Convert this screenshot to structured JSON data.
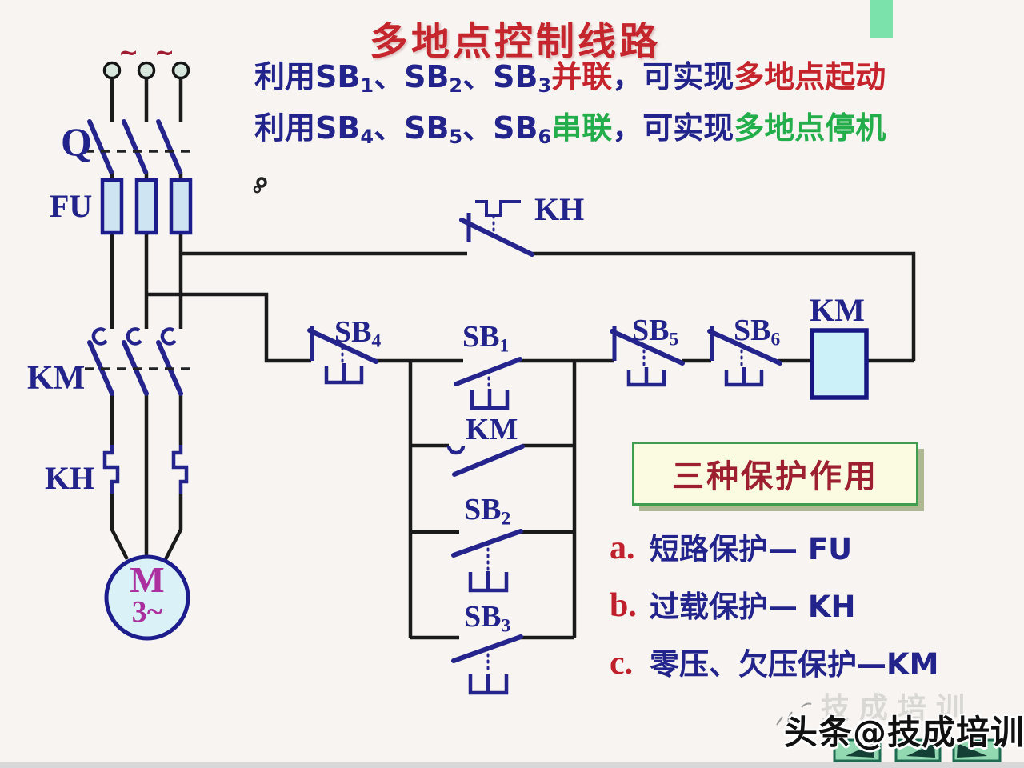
{
  "slide": {
    "title": "多地点控制线路",
    "stray_mark": "。",
    "line1": [
      {
        "text": "利用",
        "color": "navy"
      },
      {
        "text": "SB",
        "sub": "1",
        "color": "navy"
      },
      {
        "text": "、",
        "color": "navy"
      },
      {
        "text": "SB",
        "sub": "2",
        "color": "navy"
      },
      {
        "text": "、",
        "color": "navy"
      },
      {
        "text": "SB",
        "sub": "3",
        "color": "navy"
      },
      {
        "text": "并联",
        "color": "red"
      },
      {
        "text": "，可实现",
        "color": "navy"
      },
      {
        "text": "多地点起动",
        "color": "red"
      }
    ],
    "line2": [
      {
        "text": "利用",
        "color": "navy"
      },
      {
        "text": "SB",
        "sub": "4",
        "color": "navy"
      },
      {
        "text": "、",
        "color": "navy"
      },
      {
        "text": "SB",
        "sub": "5",
        "color": "navy"
      },
      {
        "text": "、",
        "color": "navy"
      },
      {
        "text": "SB",
        "sub": "6",
        "color": "navy"
      },
      {
        "text": "串联",
        "color": "green"
      },
      {
        "text": "，可实现",
        "color": "navy"
      },
      {
        "text": "多地点停机",
        "color": "green"
      }
    ]
  },
  "circuit": {
    "supply": {
      "tilde": "~"
    },
    "labels": {
      "q": "Q",
      "fu": "FU",
      "km_main": "KM",
      "kh_heater": "KH",
      "motor_m": "M",
      "motor_3ph": "3~",
      "kh_contact": "KH",
      "sb4": {
        "base": "SB",
        "sub": "4"
      },
      "sb1": {
        "base": "SB",
        "sub": "1"
      },
      "km_aux": "KM",
      "sb2": {
        "base": "SB",
        "sub": "2"
      },
      "sb3": {
        "base": "SB",
        "sub": "3"
      },
      "sb5": {
        "base": "SB",
        "sub": "5"
      },
      "sb6": {
        "base": "SB",
        "sub": "6"
      },
      "km_coil": "KM"
    }
  },
  "protection": {
    "heading": "三种保护作用",
    "items": [
      {
        "marker": "a.",
        "text": "短路保护— FU"
      },
      {
        "marker": "b.",
        "text": "过载保护— KH"
      },
      {
        "marker": "c.",
        "text": "零压、欠压保护—KM"
      }
    ]
  },
  "watermark": {
    "ghost": "技成培训",
    "text": "头条@技成培训"
  },
  "colors": {
    "title_red": "#c5262d",
    "emphasis_red": "#c5242c",
    "emphasis_green": "#23ad4b",
    "text_navy": "#23238c",
    "wire_black": "#1a1a1a",
    "symbol_navy": "#24248c",
    "fuse_fill": "#cfe4f3",
    "coil_fill": "#ccf1f8",
    "motor_fill": "#d9f1f7",
    "motor_text": "#ab2f9e",
    "panel_bg": "#fbfbe2",
    "panel_border": "#3f9e4e",
    "panel_heading": "#9c2030",
    "watermark_green": "#92d8b1"
  }
}
